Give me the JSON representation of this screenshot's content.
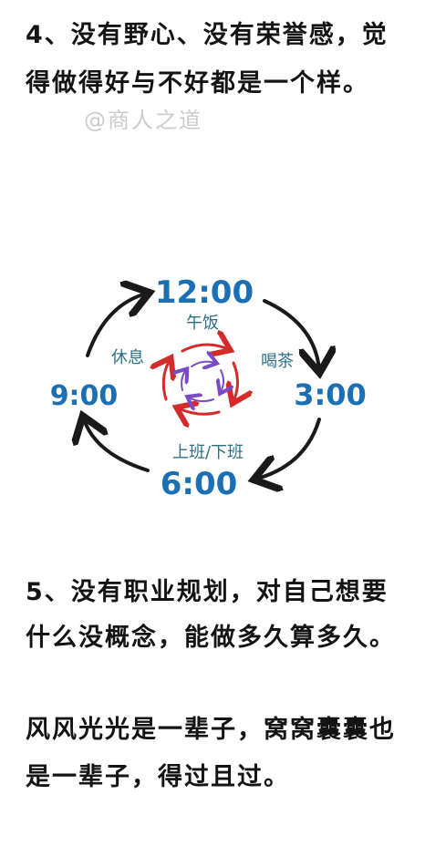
{
  "text": {
    "p4": "4、没有野心、没有荣誉感，觉得做得好与不好都是一个样。",
    "watermark": "@商人之道",
    "p5": "5、没有职业规划，对自己想要什么没概念，能做多久算多久。",
    "p6": "风风光光是一辈子，窝窝囊囊也是一辈子，得过且过。"
  },
  "diagram": {
    "times": {
      "top": "12:00",
      "right": "3:00",
      "bottom": "6:00",
      "left": "9:00"
    },
    "labels": {
      "top": "午饭",
      "right": "喝茶",
      "bottom": "上班/下班",
      "left": "休息"
    },
    "colors": {
      "time": "#1a6fb5",
      "label": "#2f6f86",
      "outer_arrow": "#1a1a1a",
      "mid_arrow": "#d42a2a",
      "inner_arrow": "#7a4bc7"
    }
  }
}
